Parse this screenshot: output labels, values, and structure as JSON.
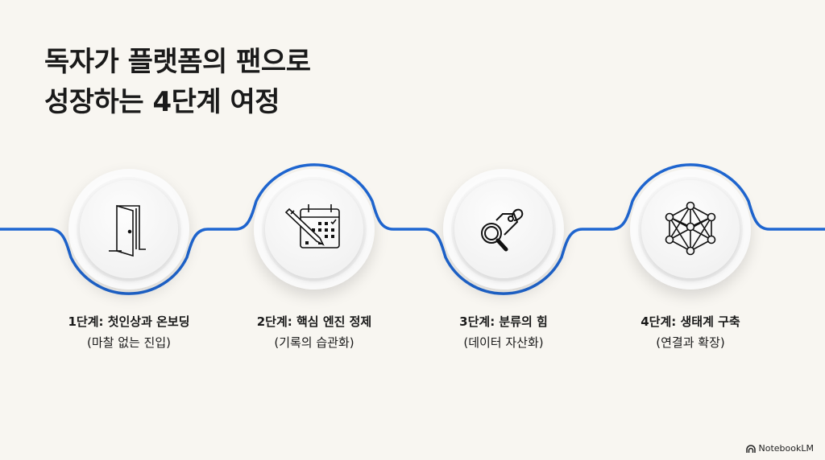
{
  "title": {
    "line1": "독자가 플랫폼의 팬으로",
    "line2": "성장하는 4단계 여정"
  },
  "accent_color": "#1f66d1",
  "steps": [
    {
      "heading": "1단계: 첫인상과 온보딩",
      "sub": "(마찰 없는 진입)",
      "icon": "open-door-icon"
    },
    {
      "heading": "2단계: 핵심 엔진 정제",
      "sub": "(기록의 습관화)",
      "icon": "calendar-pen-icon"
    },
    {
      "heading": "3단계: 분류의 힘",
      "sub": "(데이터 자산화)",
      "icon": "tag-search-icon"
    },
    {
      "heading": "4단계: 생태계 구축",
      "sub": "(연결과 확장)",
      "icon": "network-icon"
    }
  ],
  "brand": "NotebookLM"
}
